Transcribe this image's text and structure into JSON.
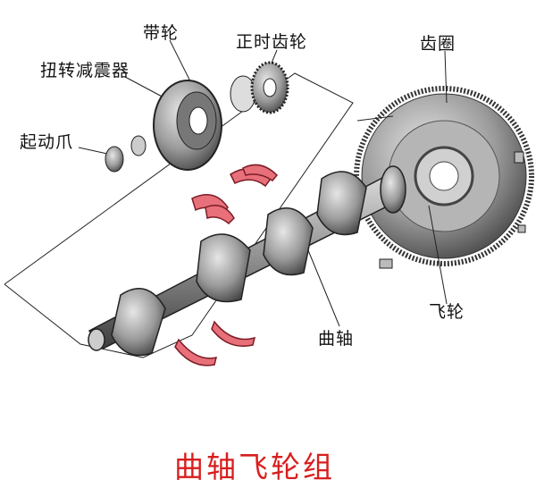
{
  "title": "曲轴飞轮组",
  "labels": {
    "pulley": "带轮",
    "timing_gear": "正时齿轮",
    "ring_gear": "齿圈",
    "torsional_damper": "扭转减震器",
    "starting_claw": "起动爪",
    "flywheel": "飞轮",
    "crankshaft": "曲轴"
  },
  "colors": {
    "title": "#d81e1e",
    "bearing": "#e8707a",
    "metal": "#8a8a8a"
  }
}
